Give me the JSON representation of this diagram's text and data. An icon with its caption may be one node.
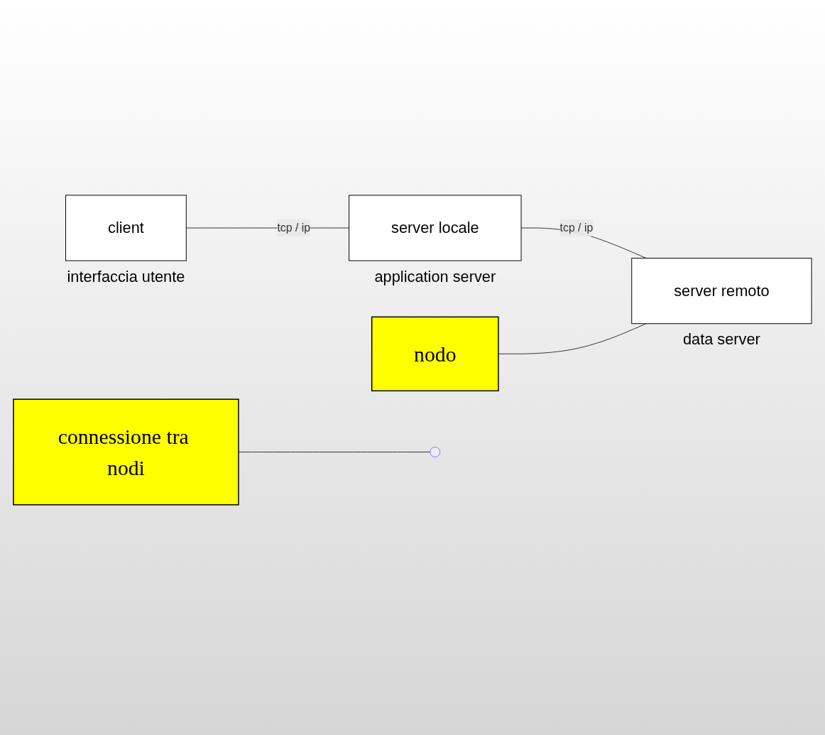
{
  "diagram": {
    "nodes": [
      {
        "text": [
          "client"
        ],
        "beside": [
          "interfaccia utente"
        ]
      },
      {
        "text": [
          "server locale"
        ],
        "beside": [
          "application server"
        ]
      },
      {
        "text": [
          "connessione tra nodi"
        ]
      },
      {
        "text": [
          "server remoto"
        ],
        "beside": [
          "data server"
        ]
      },
      {
        "text": [
          "nodo"
        ]
      }
    ],
    "edges": [
      {
        "from": 0,
        "to": 1,
        "arrow": "none",
        "label": "tcp / ip"
      },
      {
        "from": 1,
        "to": 3,
        "arrow": "none",
        "label": "tcp / ip"
      },
      {
        "from": 2,
        "to": null,
        "arrow": "none"
      },
      {
        "from": 4,
        "to": 3,
        "arrow": "none"
      }
    ]
  }
}
